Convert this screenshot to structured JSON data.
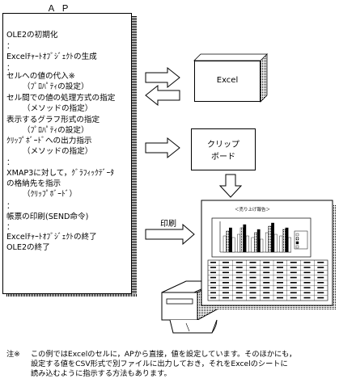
{
  "ap": {
    "title": "ＡＰ",
    "lines": [
      "OLE2の初期化",
      "：",
      "Excelﾁｬｰﾄｵﾌﾞｼﾞｪｸﾄの生成",
      "：",
      "セルへの値の代入※",
      "（ﾌﾟﾛﾊﾟﾃｨの設定）",
      "セル間での値の処理方式の指定",
      "（メソッドの指定）",
      "表示するグラフ形式の指定",
      "（ﾌﾟﾛﾊﾟﾃｨの設定）",
      "ｸﾘｯﾌﾟﾎﾞｰﾄﾞへの出力指示",
      "（メソッドの指定）",
      "：",
      "XMAP3に対して，ｸﾞﾗﾌｨｯｸﾃﾞｰﾀ",
      "の格納先を指示",
      "（ｸﾘｯﾌﾟﾎﾞｰﾄﾞ）",
      "：",
      "帳票の印刷(SEND命令)",
      "：",
      "Excelﾁｬｰﾄｵﾌﾞｼﾞｪｸﾄの終了",
      "OLE2の終了"
    ]
  },
  "excel_box": {
    "label": "Excel"
  },
  "clipboard_box": {
    "line1": "クリップ",
    "line2": "ボード"
  },
  "print_label": "印刷",
  "report": {
    "title": "＜売り上げ報告＞"
  },
  "note": {
    "mark": "注※",
    "lines": [
      "この例ではExcelのセルに，APから直接，値を設定しています。そのほかにも，",
      "設定する値をCSV形式で別ファイルに出力しておき，それをExcelのシートに",
      "読み込むように指示する方法もあります。"
    ]
  }
}
